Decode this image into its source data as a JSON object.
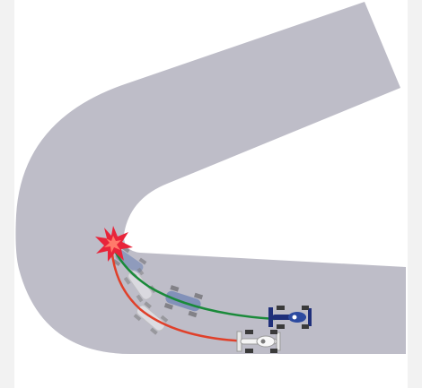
{
  "diagram": {
    "colors": {
      "page_bg": "#f2f2f2",
      "panel_bg": "#ffffff",
      "track": "#bebdc8",
      "path_blue_car": "#1a8a3a",
      "path_white_car": "#e0402a",
      "impact": "#e8243a",
      "blue_car_body": "#1f2f7a",
      "white_car_body": "#f4f4f4",
      "tire": "#3a3a3a"
    },
    "elements": {
      "track": "track-surface",
      "impact": "collision-burst-icon",
      "blue_car": "race-car-blue",
      "white_car": "race-car-white",
      "blue_path": "trajectory-green",
      "white_path": "trajectory-red"
    }
  }
}
